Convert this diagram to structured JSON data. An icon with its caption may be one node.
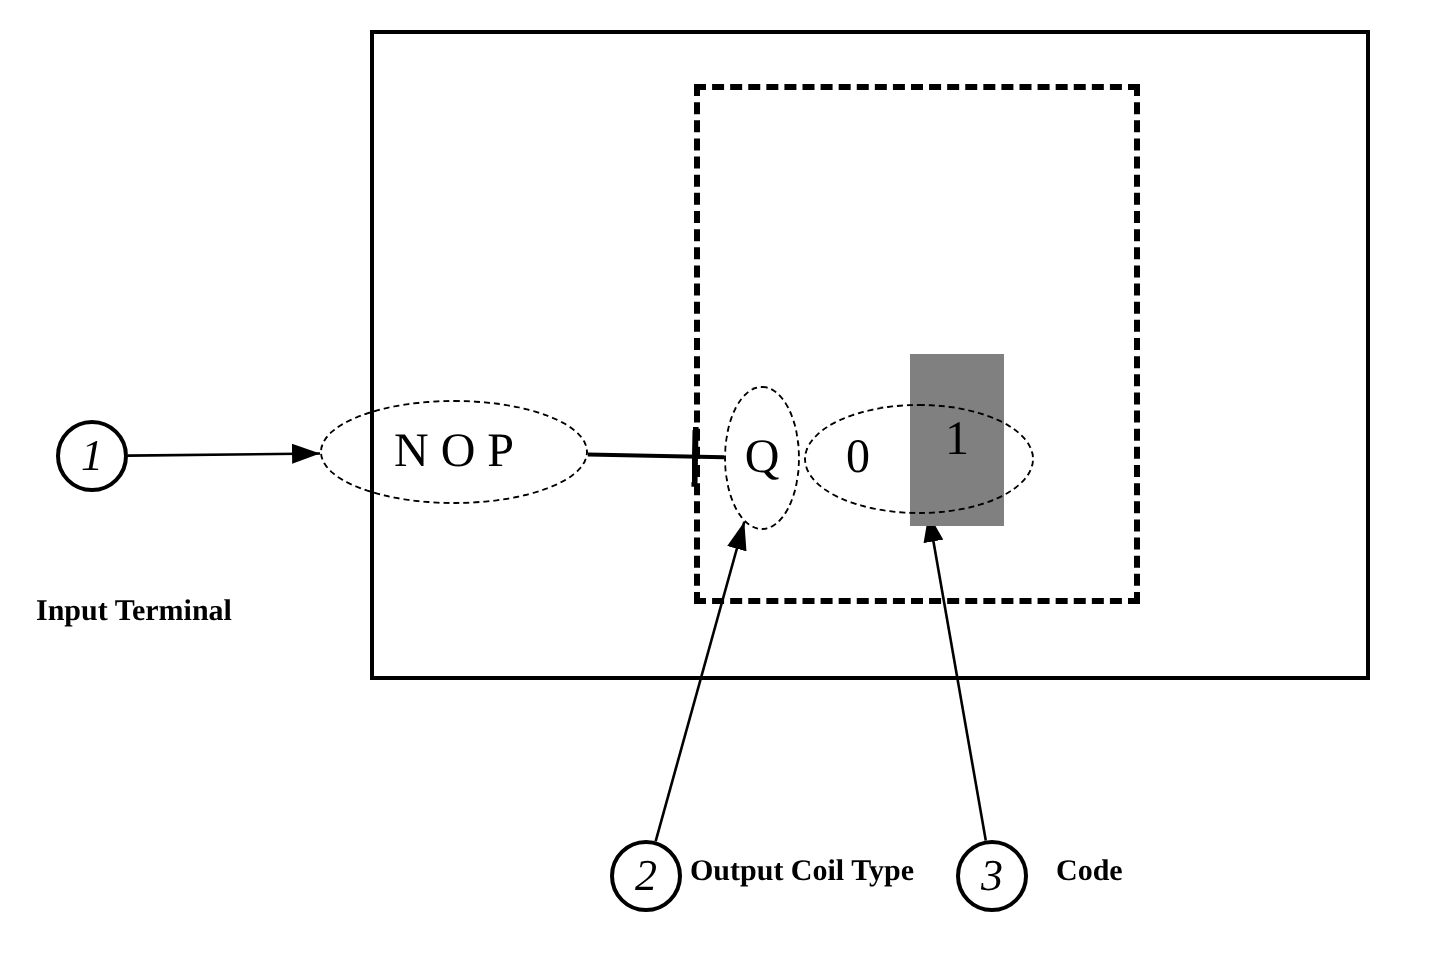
{
  "diagram": {
    "nodes": [
      {
        "text": [],
        "shape": "box"
      },
      {
        "text": [],
        "shape": "box",
        "in": 0
      },
      {
        "text": [
          "N O P"
        ]
      },
      {
        "text": [
          "Q"
        ],
        "in": 1
      },
      {
        "text": [
          "0"
        ],
        "in": 1
      },
      {
        "text": [
          "1"
        ],
        "in": 1
      },
      {
        "text": [
          "1"
        ],
        "beside": [
          "Input Terminal"
        ]
      },
      {
        "text": [
          "2"
        ],
        "beside": [
          "Output Coil Type"
        ]
      },
      {
        "text": [
          "3"
        ],
        "beside": [
          "Code"
        ]
      }
    ],
    "edges": [
      {
        "from": 6,
        "to": 2,
        "arrow": "to"
      },
      {
        "from": 7,
        "to": 3,
        "arrow": "to"
      },
      {
        "from": 8,
        "to": 4,
        "arrow": "to"
      },
      {
        "from": 2,
        "to": 3,
        "arrow": "other"
      }
    ]
  }
}
